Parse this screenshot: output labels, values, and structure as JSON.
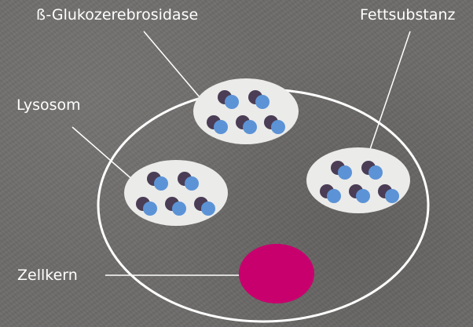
{
  "labels": {
    "enzyme": "ß-Glukozerebrosidase",
    "fat": "Fettsubstanz",
    "lysosome": "Lysosom",
    "nucleus": "Zellkern"
  },
  "colors": {
    "background": "#6e6c6a",
    "cell_outline": "#ffffff",
    "lysosome_fill": "#ebebe9",
    "fat_molecule": "#4a3d55",
    "enzyme_molecule": "#5c93d6",
    "nucleus": "#c8006e",
    "label_text": "#ffffff"
  },
  "icons": {
    "molecule_pair": "dark-circle-with-blue-circle"
  }
}
